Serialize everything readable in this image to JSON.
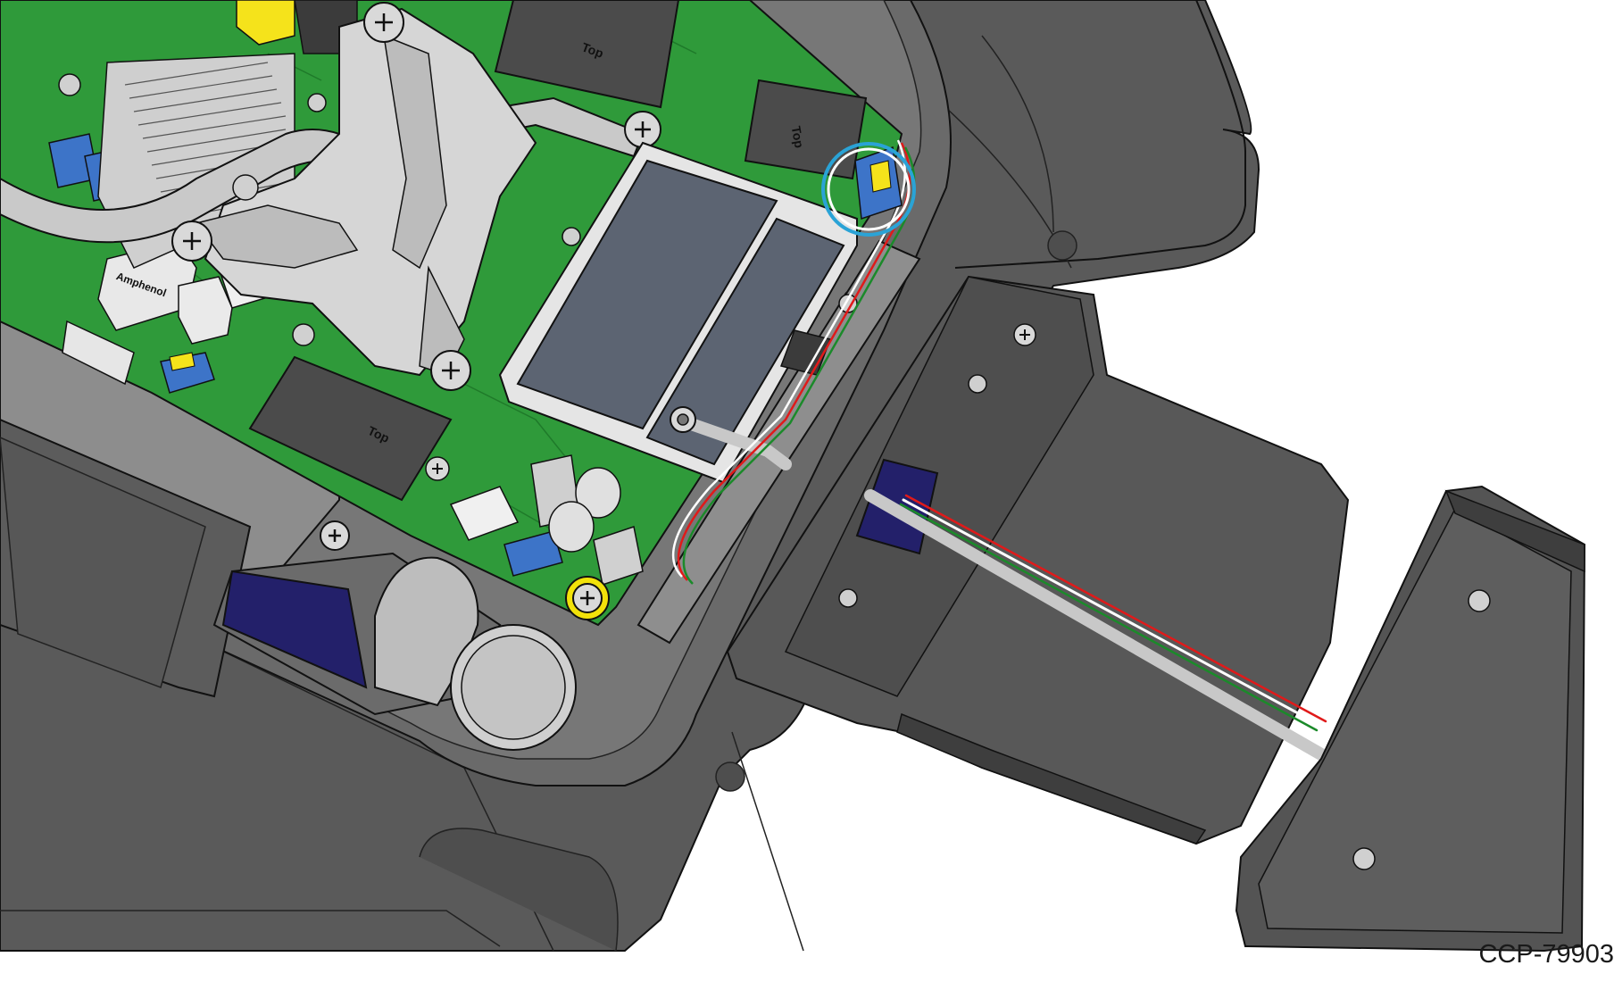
{
  "figure": {
    "id": "CCP-79903",
    "component_labels": {
      "top_label": "Top",
      "connector_brand": "Amphenol"
    }
  },
  "colors": {
    "housing": "#5a5a5a",
    "housing_dark": "#4a4a4a",
    "outline": "#111111",
    "pcb": "#2f9a3a",
    "pcb_dark": "#1f7a2a",
    "ram_module": "#5c6472",
    "chip": "#4b4b4b",
    "heatsink": "#d0d0d0",
    "heatpipe": "#bdbdbd",
    "connector_blue": "#3d74c8",
    "connector_navy": "#23206a",
    "highlight_circle": "#2aa3d6",
    "screw_highlight": "#f2e20a",
    "yellow_part": "#f5e31b",
    "cable_grey": "#c8c8c8",
    "wire_red": "#e01a1a",
    "wire_green": "#1b8a2a",
    "wire_white": "#ffffff"
  }
}
